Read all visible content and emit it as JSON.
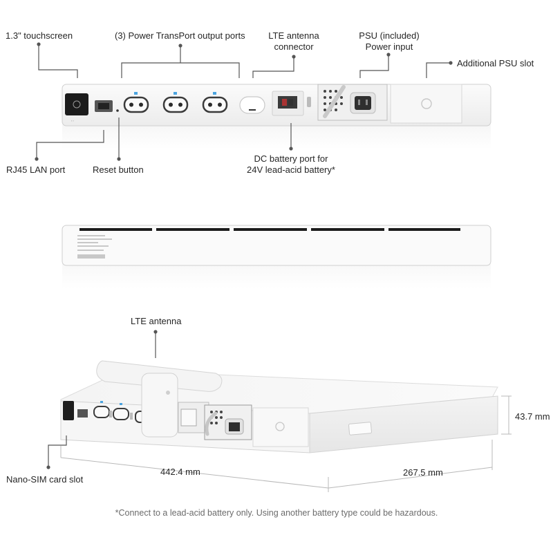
{
  "labels": {
    "touchscreen": "1.3\" touchscreen",
    "output_ports": "(3) Power TransPort output ports",
    "lte_connector_l1": "LTE antenna",
    "lte_connector_l2": "connector",
    "psu_l1": "PSU (included)",
    "psu_l2": "Power input",
    "additional_psu": "Additional PSU slot",
    "rj45": "RJ45 LAN port",
    "reset": "Reset button",
    "dc_l1": "DC battery port for",
    "dc_l2": "24V lead-acid battery*",
    "lte_antenna": "LTE antenna",
    "nano_sim": "Nano-SIM card slot",
    "width": "442.4 mm",
    "depth": "267.5 mm",
    "height": "43.7 mm"
  },
  "footnote": "*Connect to a lead-acid battery only. Using another battery type could be hazardous.",
  "colors": {
    "device": "#f6f6f6",
    "outline": "#d3d3d3",
    "leader": "#555555",
    "port": "#3a3a3a",
    "accent_blue": "#4aa3df"
  }
}
